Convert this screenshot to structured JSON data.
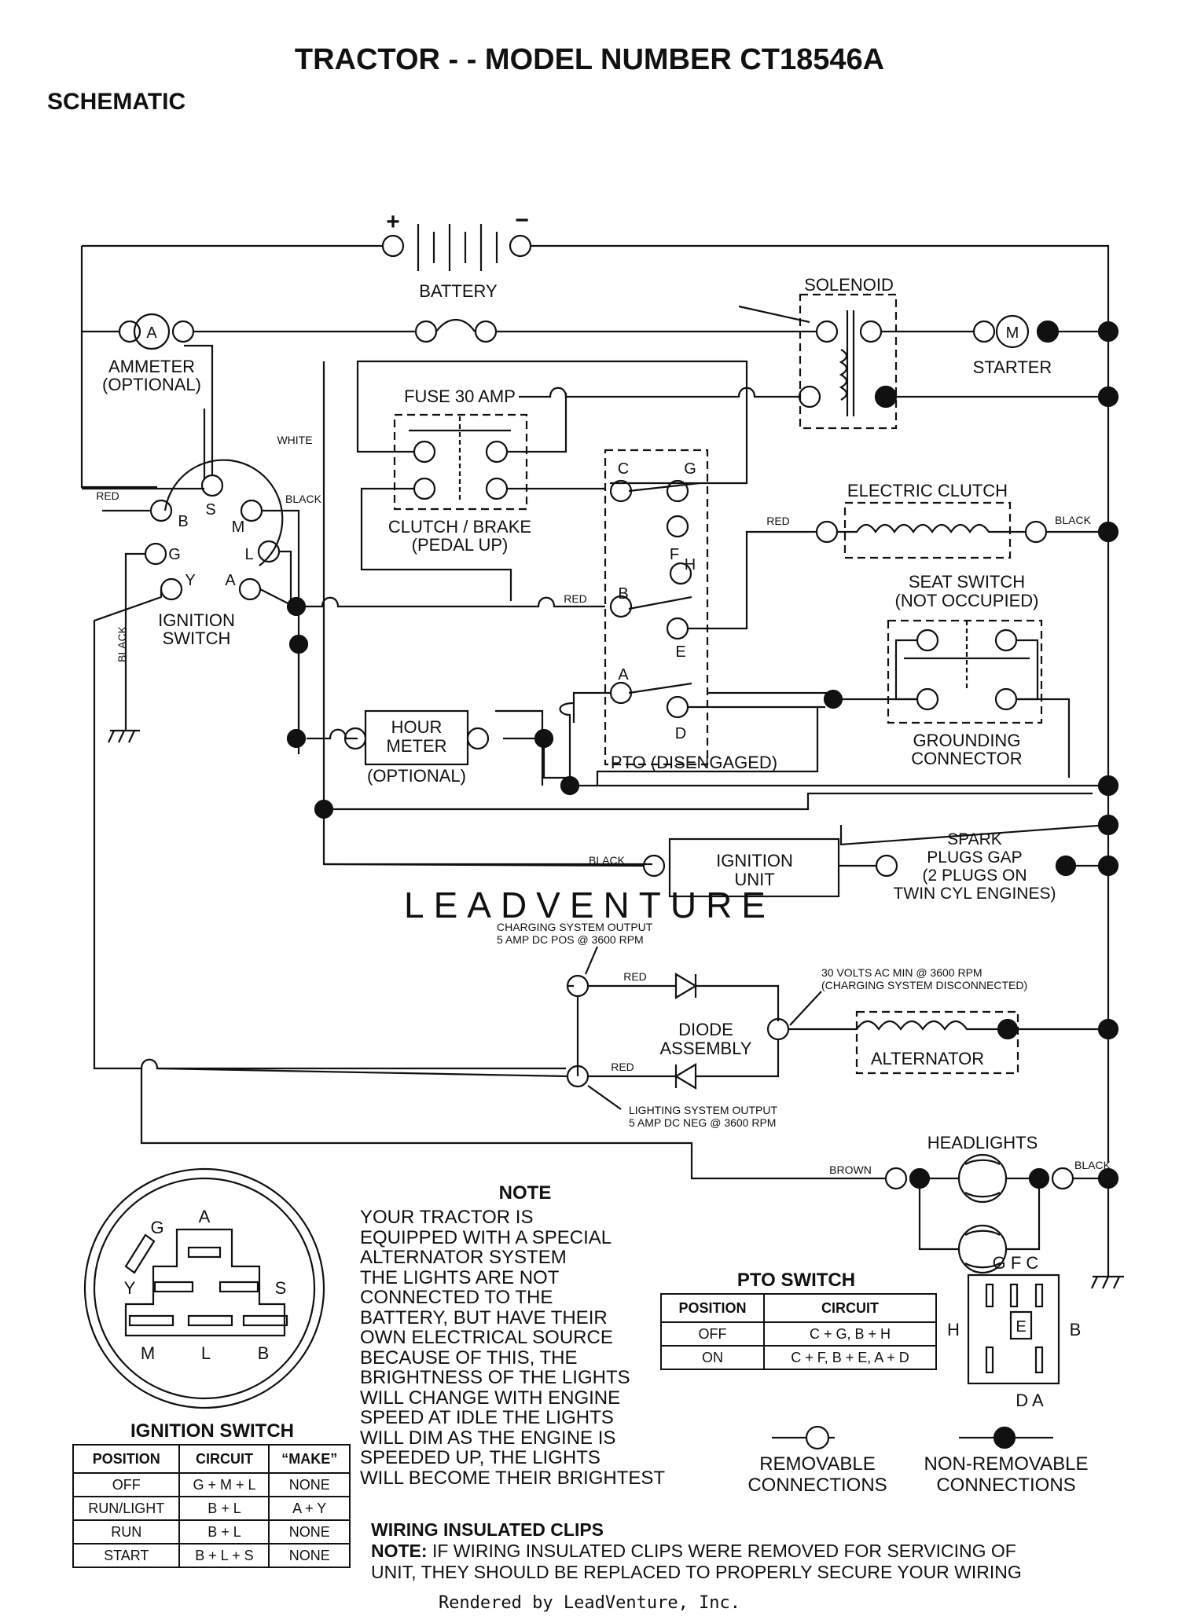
{
  "header": {
    "title": "TRACTOR - - MODEL NUMBER CT18546A",
    "section": "SCHEMATIC"
  },
  "components": {
    "battery": "BATTERY",
    "battery_plus": "+",
    "battery_minus": "−",
    "solenoid": "SOLENOID",
    "starter": "STARTER",
    "starter_symbol": "M",
    "ammeter": [
      "AMMETER",
      "(OPTIONAL)"
    ],
    "ammeter_symbol": "A",
    "fuse": "FUSE 30 AMP",
    "clutch_brake": [
      "CLUTCH / BRAKE",
      "(PEDAL UP)"
    ],
    "electric_clutch": "ELECTRIC CLUTCH",
    "seat_switch": [
      "SEAT SWITCH",
      "(NOT OCCUPIED)"
    ],
    "grounding_connector": [
      "GROUNDING",
      "CONNECTOR"
    ],
    "ignition_switch": [
      "IGNITION",
      "SWITCH"
    ],
    "hour_meter": [
      "HOUR",
      "METER"
    ],
    "hour_meter_optional": "(OPTIONAL)",
    "pto": "PTO (DISENGAGED)",
    "ignition_unit": [
      "IGNITION",
      "UNIT"
    ],
    "spark_plugs": [
      "SPARK",
      "PLUGS GAP",
      "(2 PLUGS ON",
      "TWIN CYL  ENGINES)"
    ],
    "charging_output": [
      "CHARGING SYSTEM OUTPUT",
      "5 AMP DC POS  @ 3600 RPM"
    ],
    "alternator_note": [
      "30 VOLTS AC MIN  @ 3600 RPM",
      "(CHARGING SYSTEM DISCONNECTED)"
    ],
    "diode_assembly": [
      "DIODE",
      "ASSEMBLY"
    ],
    "alternator": "ALTERNATOR",
    "lighting_output": [
      "LIGHTING SYSTEM OUTPUT",
      "5 AMP DC NEG  @ 3600 RPM"
    ],
    "headlights": "HEADLIGHTS"
  },
  "wire_colors": {
    "red": "RED",
    "black": "BLACK",
    "white": "WHITE",
    "brown": "BROWN"
  },
  "ignition_terminals": [
    "B",
    "S",
    "M",
    "G",
    "L",
    "Y",
    "A"
  ],
  "pto_terminals": [
    "C",
    "G",
    "F",
    "H",
    "B",
    "E",
    "A",
    "D"
  ],
  "connector_face": {
    "ignition_letters": [
      "G",
      "A",
      "Y",
      "S",
      "M",
      "L",
      "B"
    ],
    "pto_letters_top": "G F C",
    "pto_letters_bottom": "D A",
    "pto_left": "H",
    "pto_right": "B",
    "pto_center": "E"
  },
  "note": {
    "title": "NOTE",
    "lines": [
      "YOUR TRACTOR IS",
      "EQUIPPED WITH A SPECIAL",
      "ALTERNATOR SYSTEM",
      "THE LIGHTS ARE NOT",
      "CONNECTED TO THE",
      "BATTERY, BUT HAVE THEIR",
      "OWN ELECTRICAL SOURCE",
      "BECAUSE OF THIS, THE",
      "BRIGHTNESS OF THE LIGHTS",
      "WILL CHANGE WITH ENGINE",
      "SPEED   AT IDLE THE LIGHTS",
      "WILL DIM   AS THE ENGINE IS",
      "SPEEDED UP, THE LIGHTS",
      "WILL BECOME THEIR BRIGHTEST"
    ]
  },
  "ignition_table": {
    "title": "IGNITION SWITCH",
    "headers": [
      "POSITION",
      "CIRCUIT",
      "“MAKE”"
    ],
    "rows": [
      [
        "OFF",
        "G + M + L",
        "NONE"
      ],
      [
        "RUN/LIGHT",
        "B + L",
        "A + Y"
      ],
      [
        "RUN",
        "B + L",
        "NONE"
      ],
      [
        "START",
        "B + L + S",
        "NONE"
      ]
    ]
  },
  "pto_table": {
    "title": "PTO SWITCH",
    "headers": [
      "POSITION",
      "CIRCUIT"
    ],
    "rows": [
      [
        "OFF",
        "C + G, B + H"
      ],
      [
        "ON",
        "C + F, B + E, A + D"
      ]
    ]
  },
  "legend": {
    "removable": [
      "REMOVABLE",
      "CONNECTIONS"
    ],
    "non_removable": [
      "NON-REMOVABLE",
      "CONNECTIONS"
    ]
  },
  "clips": {
    "title": "WIRING INSULATED CLIPS",
    "note_label": "NOTE:",
    "line1": " IF WIRING INSULATED CLIPS WERE REMOVED FOR SERVICING OF",
    "line2": "UNIT, THEY SHOULD BE REPLACED TO PROPERLY SECURE YOUR WIRING"
  },
  "watermark": "LEADVENTURE",
  "footer": "Rendered by LeadVenture, Inc."
}
